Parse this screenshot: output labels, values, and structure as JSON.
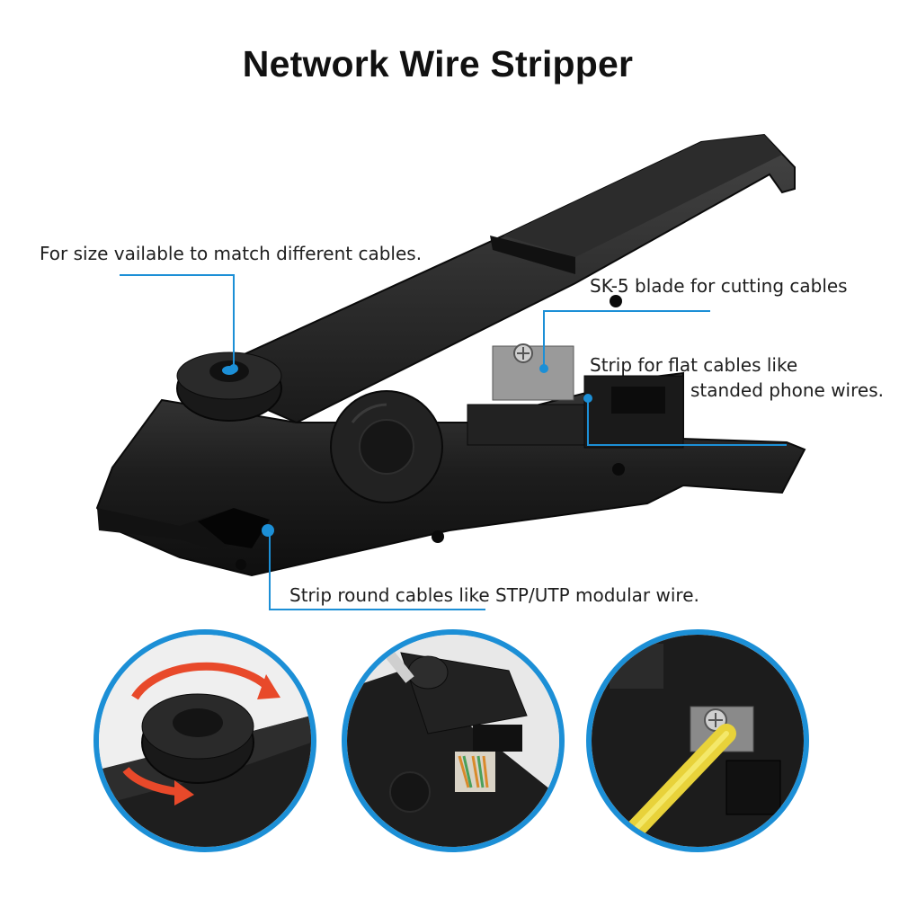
{
  "title": "Network Wire Stripper",
  "annotations": {
    "size_adjust": "For size vailable to match different cables.",
    "blade": "SK-5 blade for cutting cables",
    "flat_line1": "Strip for flat cables like",
    "flat_line2": "standed phone wires.",
    "round": "Strip round cables like STP/UTP modular wire."
  },
  "colors": {
    "accent": "#1c8fd6",
    "tool_body": "#1b1b1b",
    "arrow": "#e8492a"
  },
  "detail_views": [
    {
      "subject": "knob-rotation-closeup"
    },
    {
      "subject": "round-cable-stripping-closeup"
    },
    {
      "subject": "blade-cutting-closeup"
    }
  ]
}
